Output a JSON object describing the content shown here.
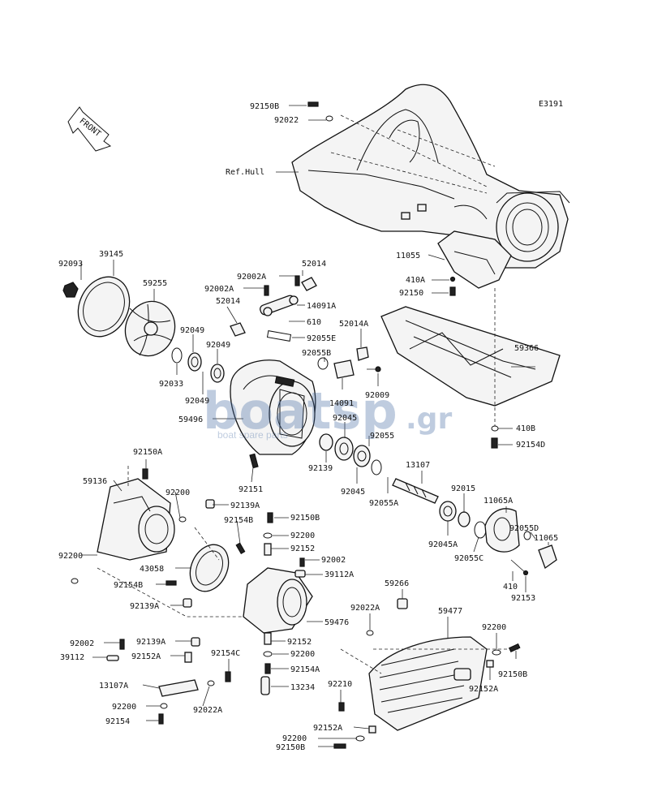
{
  "diagram": {
    "code": "E3191",
    "front_label": "FRONT",
    "watermark": {
      "brand": "boatsp",
      "tld": ".gr",
      "tagline": "boat spare parts"
    },
    "labels": {
      "p92150B_top": "92150B",
      "p92022_top": "92022",
      "ref_hull": "Ref.Hull",
      "p11055": "11055",
      "p410A": "410A",
      "p92150": "92150",
      "p59366": "59366",
      "p410B": "410B",
      "p92154D": "92154D",
      "p92093": "92093",
      "p39145": "39145",
      "p59255": "59255",
      "p92049_a": "92049",
      "p92049_b": "92049",
      "p92049_c": "92049",
      "p92033": "92033",
      "p59496": "59496",
      "p92002A_a": "92002A",
      "p92002A_b": "92002A",
      "p52014_a": "52014",
      "p52014_b": "52014",
      "p14091A": "14091A",
      "p610": "610",
      "p92055E": "92055E",
      "p92055B": "92055B",
      "p52014A": "52014A",
      "p14091": "14091",
      "p92009": "92009",
      "p92045_a": "92045",
      "p92055": "92055",
      "p92139": "92139",
      "p92045_b": "92045",
      "p92055A": "92055A",
      "p13107": "13107",
      "p92015": "92015",
      "p11065A": "11065A",
      "p92045A": "92045A",
      "p92055C": "92055C",
      "p92055D": "92055D",
      "p11065": "11065",
      "p410": "410",
      "p92153": "92153",
      "p92151": "92151",
      "p92150A": "92150A",
      "p59136": "59136",
      "p92200_a": "92200",
      "p92139A_a": "92139A",
      "p92154B_a": "92154B",
      "p92150B_mid": "92150B",
      "p92200_b": "92200",
      "p92152_a": "92152",
      "p92002_a": "92002",
      "p39112A": "39112A",
      "p92200_c": "92200",
      "p43058": "43058",
      "p92154B_b": "92154B",
      "p92139A_b": "92139A",
      "p59476": "59476",
      "p92152_b": "92152",
      "p92200_d": "92200",
      "p92154A": "92154A",
      "p13234": "13234",
      "p92154C": "92154C",
      "p59266": "59266",
      "p92022A_a": "92022A",
      "p59477": "59477",
      "p92200_e": "92200",
      "p92150B_bot": "92150B",
      "p92152A_a": "92152A",
      "p92210": "92210",
      "p92152A_b": "92152A",
      "p92200_f": "92200",
      "p92150B_last": "92150B",
      "p92002_b": "92002",
      "p92139A_c": "92139A",
      "p39112": "39112",
      "p92152A_c": "92152A",
      "p13107A": "13107A",
      "p92200_g": "92200",
      "p92154": "92154",
      "p92022A_b": "92022A"
    }
  }
}
